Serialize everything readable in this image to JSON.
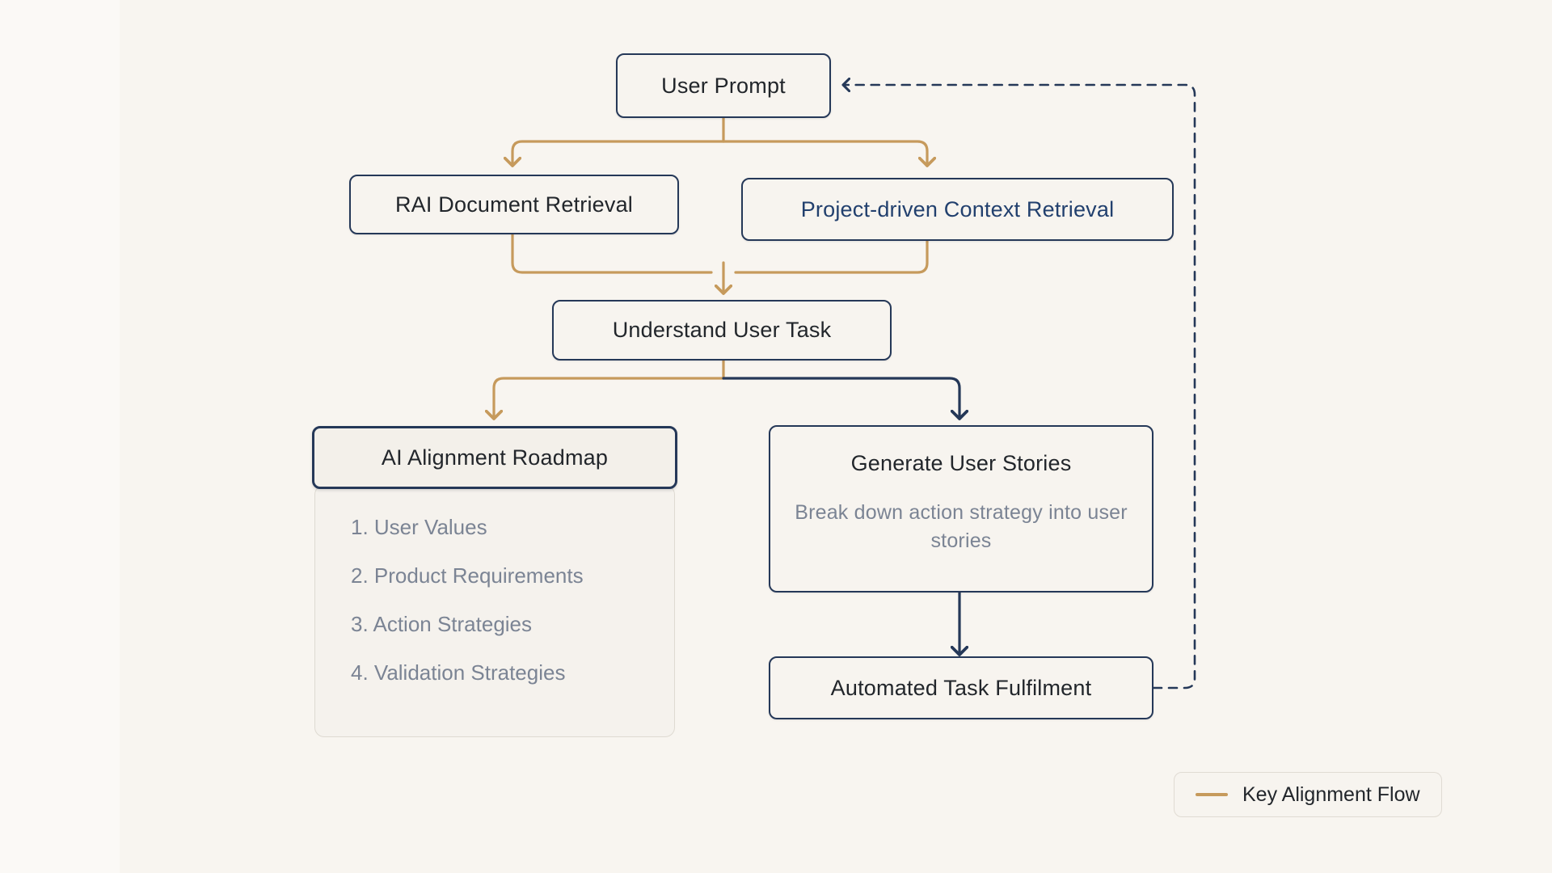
{
  "canvas": {
    "background": "#f8f5f0",
    "accent_gold": "#c69a5c",
    "accent_navy": "#253858",
    "muted_text": "#7b8494"
  },
  "nodes": {
    "user_prompt": {
      "label": "User Prompt"
    },
    "rai_retrieval": {
      "label": "RAI Document Retrieval"
    },
    "project_retrieval": {
      "label": "Project-driven Context Retrieval"
    },
    "understand_task": {
      "label": "Understand User Task"
    },
    "alignment_roadmap": {
      "label": "AI Alignment Roadmap"
    },
    "generate_stories": {
      "label": "Generate User Stories",
      "sub": "Break down action strategy into user stories"
    },
    "automated_fulfilment": {
      "label": "Automated Task Fulfilment"
    }
  },
  "roadmap_items": [
    "1. User Values",
    "2. Product Requirements",
    "3. Action Strategies",
    "4. Validation Strategies"
  ],
  "legend": {
    "label": "Key Alignment Flow",
    "swatch_color": "#c69a5c",
    "swatch_icon": "line-swatch-icon"
  }
}
